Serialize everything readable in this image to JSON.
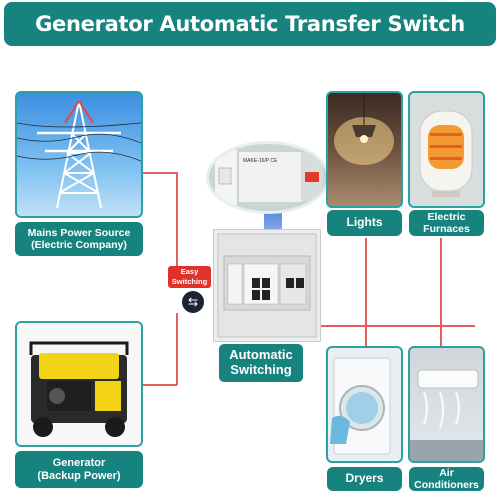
{
  "title": "Generator Automatic Transfer Switch",
  "sources": {
    "mains": {
      "line1": "Mains Power Source",
      "line2": "(Electric Company)",
      "icon": "power-tower-icon"
    },
    "generator": {
      "line1": "Generator",
      "line2": "(Backup Power)",
      "icon": "generator-icon"
    }
  },
  "switch": {
    "badge_line1": "Easy",
    "badge_line2": "Switching",
    "label_line1": "Automatic",
    "label_line2": "Switching",
    "icon": "swap-arrows-icon"
  },
  "loads": [
    {
      "label_line1": "Lights",
      "label_line2": "",
      "icon": "lamp-icon"
    },
    {
      "label_line1": "Electric",
      "label_line2": "Furnaces",
      "icon": "heater-icon"
    },
    {
      "label_line1": "Dryers",
      "label_line2": "",
      "icon": "dryer-icon"
    },
    {
      "label_line1": "Air",
      "label_line2": "Conditioners",
      "icon": "air-conditioner-icon"
    }
  ],
  "zoom_label": "MAKE-16/P CE",
  "colors": {
    "teal": "#17837f",
    "red": "#e0312b",
    "accent_line": "#e0625a"
  }
}
